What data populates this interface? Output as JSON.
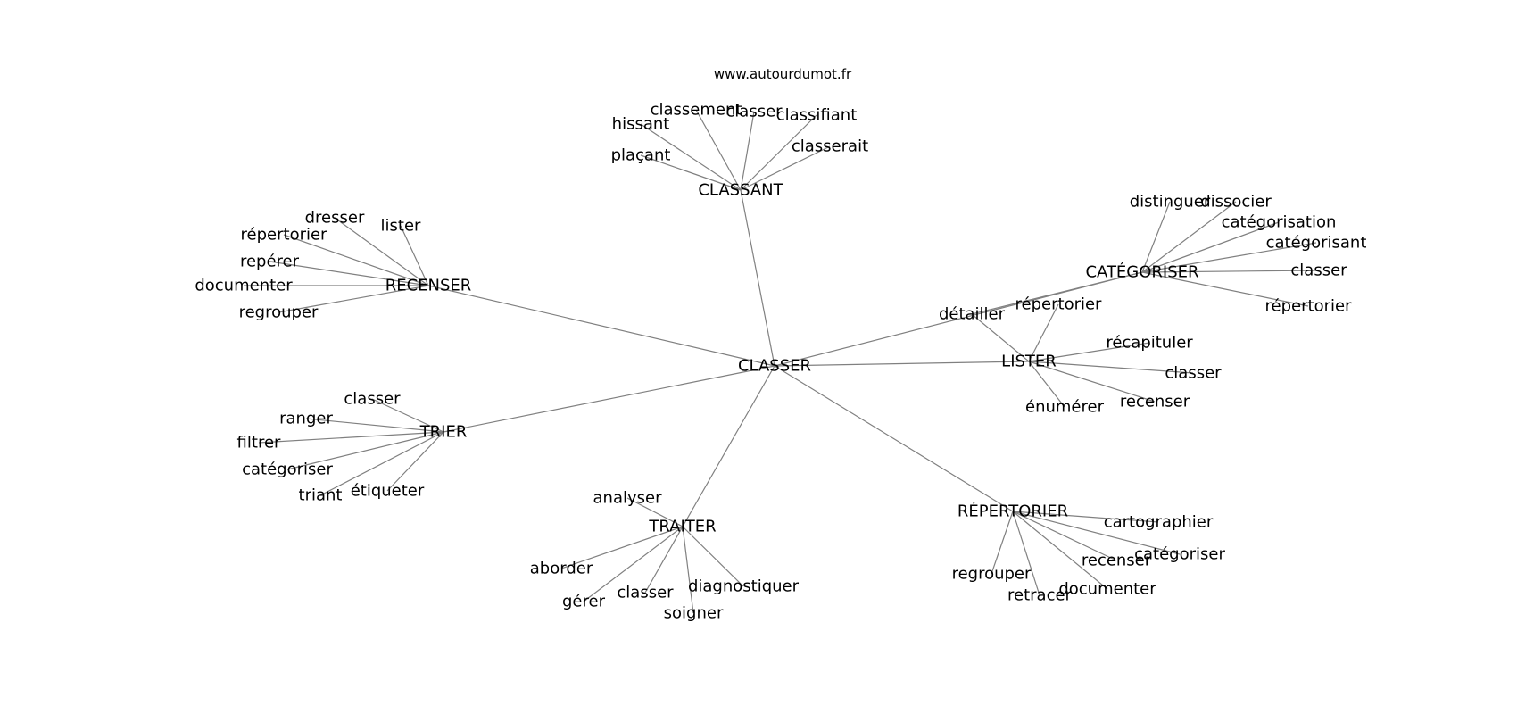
{
  "site": "www.autourdumot.fr",
  "style": {
    "edge_color": "#808080",
    "text_color": "#000000",
    "background": "#ffffff"
  },
  "center": "CLASSER",
  "clusters": [
    {
      "hub": "CLASSANT",
      "words": [
        "classement",
        "classer",
        "classifiant",
        "hissant",
        "plaçant",
        "classerait"
      ]
    },
    {
      "hub": "RECENSER",
      "words": [
        "dresser",
        "lister",
        "répertorier",
        "repérer",
        "documenter",
        "regrouper"
      ]
    },
    {
      "hub": "CATÉGORISER",
      "words": [
        "distinguer",
        "dissocier",
        "catégorisation",
        "catégorisant",
        "classer",
        "répertorier",
        "détailler"
      ]
    },
    {
      "hub": "LISTER",
      "words": [
        "détailler",
        "répertorier",
        "récapituler",
        "classer",
        "recenser",
        "énumérer"
      ]
    },
    {
      "hub": "TRIER",
      "words": [
        "classer",
        "ranger",
        "filtrer",
        "catégoriser",
        "triant",
        "étiqueter"
      ]
    },
    {
      "hub": "TRAITER",
      "words": [
        "analyser",
        "aborder",
        "gérer",
        "classer",
        "soigner",
        "diagnostiquer"
      ]
    },
    {
      "hub": "RÉPERTORIER",
      "words": [
        "cartographier",
        "catégoriser",
        "recenser",
        "documenter",
        "retracer",
        "regrouper"
      ]
    }
  ]
}
